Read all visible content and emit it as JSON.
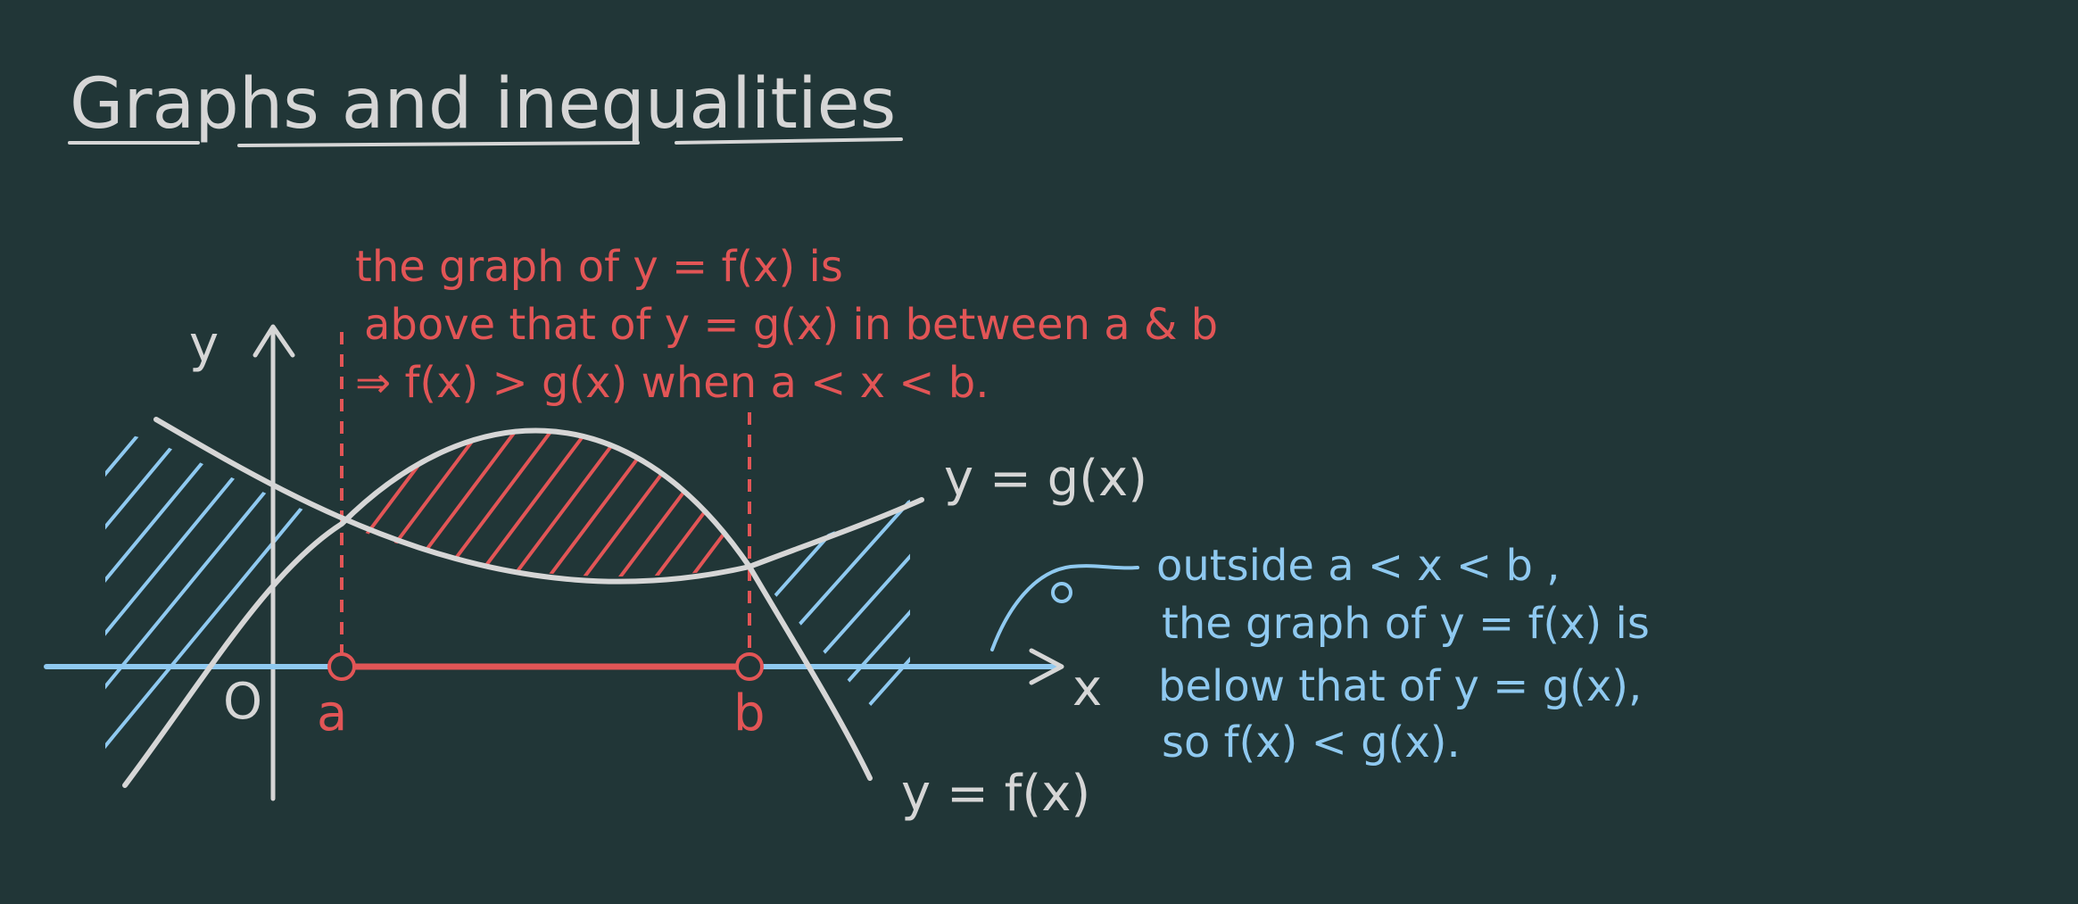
{
  "title": "Graphs and inequalities",
  "colors": {
    "background": "#213637",
    "chalk_white": "#d6d6d6",
    "chalk_red": "#e25556",
    "chalk_blue": "#8fc9f0"
  },
  "axes": {
    "x_label": "x",
    "y_label": "y",
    "origin_label": "O"
  },
  "points": {
    "a_label": "a",
    "b_label": "b"
  },
  "curves": {
    "g_label": "y = g(x)",
    "f_label": "y = f(x)"
  },
  "red_note": {
    "line1": "the graph of  y = f(x)  is",
    "line2": "above that of  y = g(x)  in between  a & b",
    "line3": "⇒ f(x) > g(x)  when   a < x < b."
  },
  "blue_note": {
    "line1": "outside  a < x < b ,",
    "line2": "the graph of  y = f(x)  is",
    "line3": "below that of  y = g(x),",
    "line4": "so  f(x) < g(x)."
  }
}
